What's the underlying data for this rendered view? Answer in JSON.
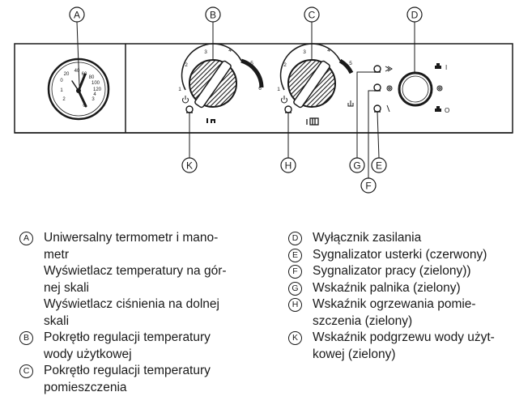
{
  "callouts": {
    "A": "A",
    "B": "B",
    "C": "C",
    "D": "D",
    "E": "E",
    "F": "F",
    "G": "G",
    "H": "H",
    "K": "K"
  },
  "gauge": {
    "scale_labels": [
      "20",
      "40",
      "60",
      "80",
      "100",
      "120",
      "0",
      "1",
      "2",
      "3",
      "4",
      "0"
    ]
  },
  "knob_b": {
    "scale": [
      "1",
      "2",
      "3",
      "4",
      "5",
      "6"
    ]
  },
  "knob_c": {
    "scale": [
      "1",
      "2",
      "3",
      "4",
      "5"
    ]
  },
  "switch_symbols": {
    "on": "I",
    "off": "O"
  },
  "legend": {
    "left": [
      {
        "key": "A",
        "lines": [
          "Uniwersalny termometr i mano-",
          "metr"
        ]
      },
      {
        "key": "",
        "lines": [
          "Wyświetlacz temperatury na gór-",
          "nej skali"
        ]
      },
      {
        "key": "",
        "lines": [
          "Wyświetlacz ciśnienia na dolnej",
          "skali"
        ]
      },
      {
        "key": "B",
        "lines": [
          "Pokrętło regulacji temperatury",
          "wody użytkowej"
        ]
      },
      {
        "key": "C",
        "lines": [
          "Pokrętło regulacji temperatury",
          "pomieszczenia"
        ]
      }
    ],
    "right": [
      {
        "key": "D",
        "lines": [
          "Wyłącznik zasilania"
        ]
      },
      {
        "key": "E",
        "lines": [
          "Sygnalizator usterki (czerwony)"
        ]
      },
      {
        "key": "F",
        "lines": [
          "Sygnalizator pracy (zielony))"
        ]
      },
      {
        "key": "G",
        "lines": [
          "Wskaźnik palnika (zielony)"
        ]
      },
      {
        "key": "H",
        "lines": [
          "Wskaźnik ogrzewania pomie-",
          "szczenia (zielony)"
        ]
      },
      {
        "key": "K",
        "lines": [
          "Wskaźnik podgrzewu wody użyt-",
          "kowej (zielony)"
        ]
      }
    ]
  }
}
